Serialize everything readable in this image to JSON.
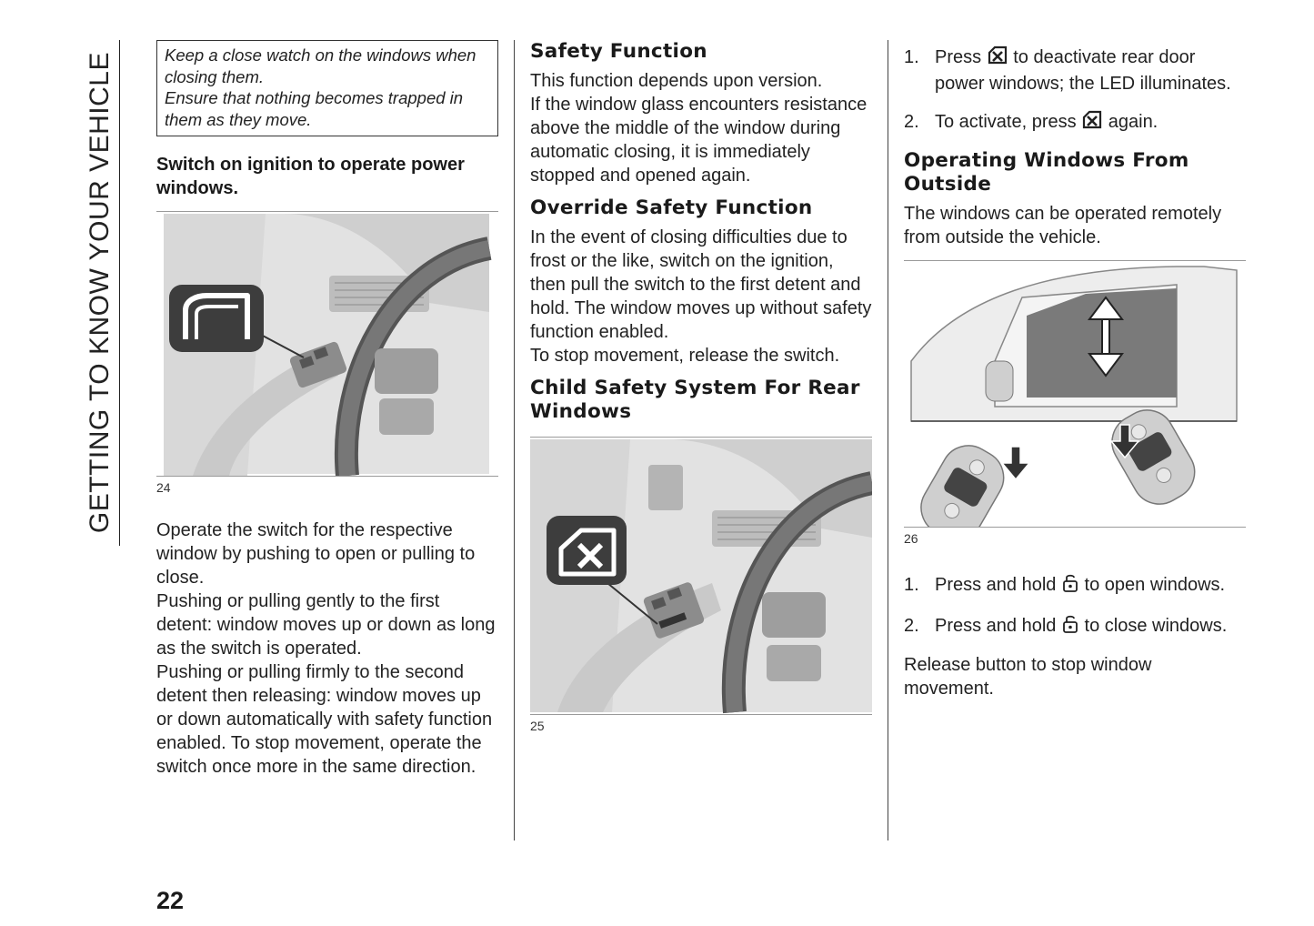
{
  "side_title": "GETTING TO KNOW YOUR VEHICLE",
  "col1": {
    "warning_lines": [
      "Keep a close watch on the windows when closing them.",
      "Ensure that nothing becomes trapped in them as they move."
    ],
    "bold_note": "Switch on ignition to operate power windows.",
    "figure_number": "24",
    "body_lines": [
      "Operate the switch for the respective window by pushing to open or pulling to close.",
      "Pushing or pulling gently to the first detent: window moves up or down as long as the switch is operated.",
      "Pushing or pulling firmly to the second detent then releasing: window moves up or down automatically with safety function enabled. To stop movement, operate the switch once more in the same direction."
    ]
  },
  "col2": {
    "h_safety": "Safety Function",
    "safety_lines": [
      "This function depends upon version.",
      "If the window glass encounters resistance above the middle of the window during automatic closing, it is immediately stopped and opened again."
    ],
    "h_override": "Override Safety Function",
    "override_lines": [
      "In the event of closing difficulties due to frost or the like, switch on the ignition, then pull the switch to the first detent and hold. The window moves up without safety function enabled.",
      "To stop movement, release the switch."
    ],
    "h_child": "Child Safety System For Rear Windows",
    "figure_number": "25"
  },
  "col3": {
    "child_steps": [
      {
        "num": "1.",
        "before": "Press",
        "after": "to deactivate rear door power windows; the LED illuminates."
      },
      {
        "num": "2.",
        "before": "To activate, press",
        "after": "again."
      }
    ],
    "h_outside": "Operating Windows From Outside",
    "outside_text": "The windows can be operated remotely from outside the vehicle.",
    "figure_number": "26",
    "remote_steps": [
      {
        "num": "1.",
        "before": "Press and hold",
        "after": "to open windows."
      },
      {
        "num": "2.",
        "before": "Press and hold",
        "after": "to close windows."
      }
    ],
    "release_text": "Release button to stop window movement."
  },
  "page_number": "22",
  "icons": {
    "window_lock": "window-lock-icon",
    "unlock": "padlock-open-icon",
    "power_window": "power-window-icon"
  }
}
